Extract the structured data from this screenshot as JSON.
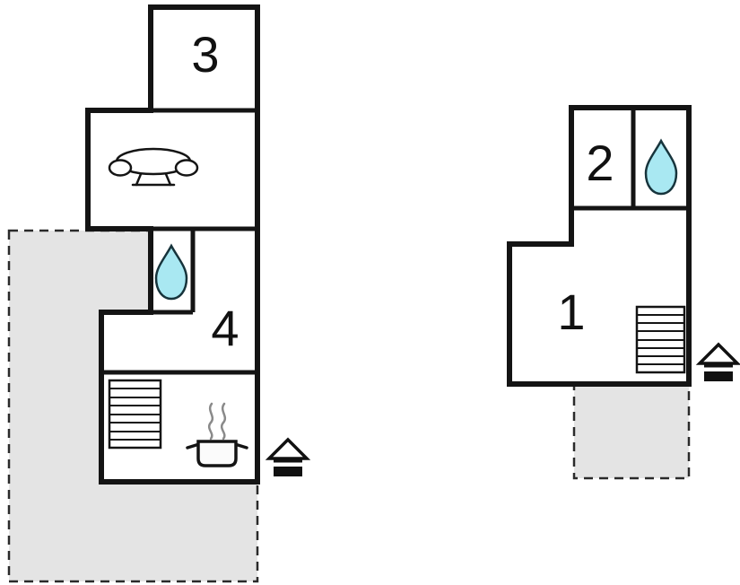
{
  "labels": {
    "room1": "1",
    "room2": "2",
    "room3": "3",
    "room4": "4"
  },
  "colors": {
    "wall": "#141414",
    "terrace_fill": "#e4e4e4",
    "terrace_border": "#2a2a2a",
    "water_drop_fill": "#a9e8f2",
    "water_drop_stroke": "#17343c",
    "steam": "#8a8a8a",
    "background": "#ffffff"
  },
  "icons": {
    "sofa": "sofa-top-view",
    "water_drop_left": "water-drop",
    "water_drop_right": "water-drop",
    "stairs_left": "stairs",
    "stairs_right": "stairs",
    "stove": "cooking-pot-with-steam",
    "entrance_left": "entrance-house",
    "entrance_right": "entrance-house"
  }
}
